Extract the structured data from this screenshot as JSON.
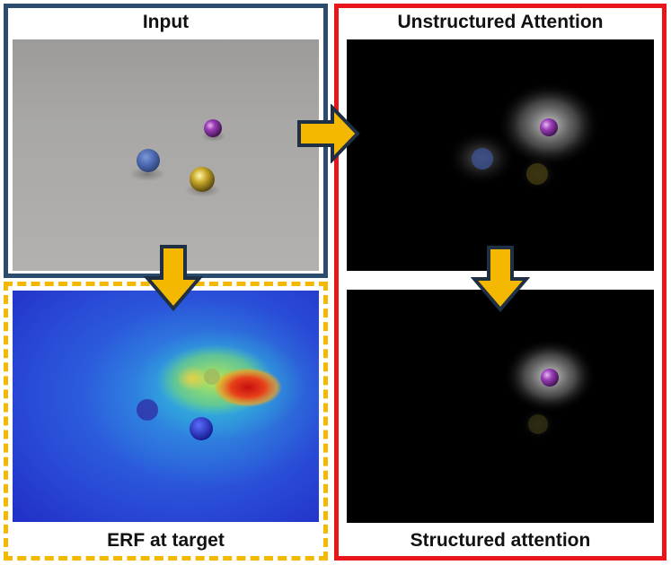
{
  "panels": {
    "input": {
      "title": "Input"
    },
    "unstructured": {
      "title": "Unstructured Attention"
    },
    "erf": {
      "title": "ERF at target"
    },
    "structured": {
      "title": "Structured attention"
    }
  },
  "colors": {
    "input_border": "#2b4c6f",
    "erf_border": "#f5b800",
    "attention_border": "#e8151b",
    "arrow_fill": "#f5b800",
    "arrow_stroke": "#1f2f44"
  }
}
